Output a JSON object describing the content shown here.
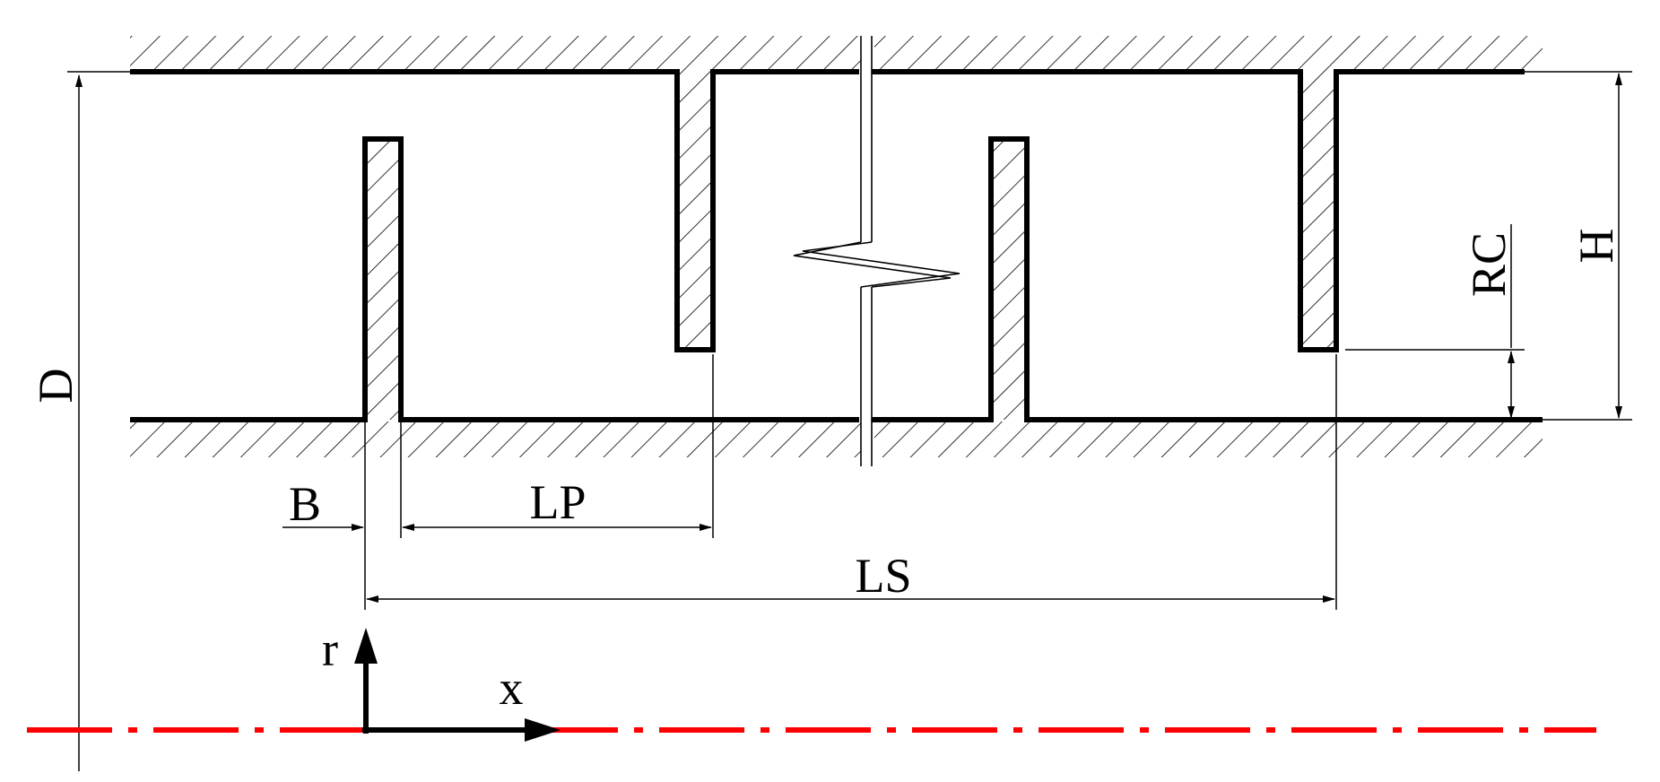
{
  "labels": {
    "diameter": "D",
    "tooth_width": "B",
    "tooth_pitch": "LP",
    "step_length": "LS",
    "radial_clearance": "RC",
    "cavity_height": "H",
    "radial_axis": "r",
    "axial_axis": "x"
  },
  "colors": {
    "line": "#000000",
    "centerline": "#ff0000",
    "background": "#ffffff"
  }
}
